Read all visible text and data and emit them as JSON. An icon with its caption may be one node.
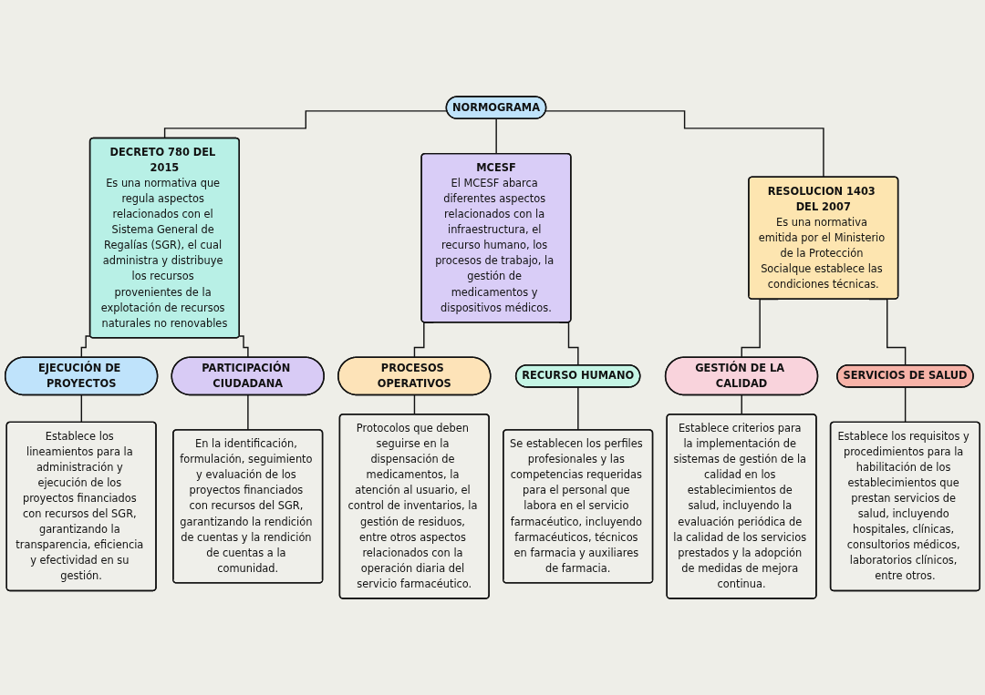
{
  "diagram": {
    "nodes": [
      {
        "text": [
          "NORMOGRAMA"
        ]
      },
      {
        "text": [
          "DECRETO 780 DEL 2015",
          "Es una normativa que regula aspectos relacionados con el Sistema General de Regalías (SGR), el cual administra y distribuye los recursos provenientes de la explotación de recursos naturales no renovables"
        ]
      },
      {
        "text": [
          "MCESF",
          "El MCESF abarca diferentes aspectos relacionados con la infraestructura, el recurso humano, los procesos de trabajo, la gestión de medicamentos y dispositivos médicos."
        ]
      },
      {
        "text": [
          "RESOLUCION 1403 DEL 2007",
          "Es una normativa emitida por el Ministerio de la Protección Socialque establece las condiciones técnicas."
        ]
      },
      {
        "text": [
          "EJECUCIÓN DE PROYECTOS"
        ]
      },
      {
        "text": [
          "Establece los lineamientos para la administración y ejecución de los proyectos financiados con recursos del SGR, garantizando la transparencia, eficiencia y efectividad en su gestión."
        ]
      },
      {
        "text": [
          "PARTICIPACIÓN CIUDADANA"
        ]
      },
      {
        "text": [
          "En la identificación, formulación, seguimiento y evaluación de los proyectos financiados con recursos del SGR, garantizando la rendición de cuentas y la rendición de cuentas a la comunidad."
        ]
      },
      {
        "text": [
          "PROCESOS OPERATIVOS"
        ]
      },
      {
        "text": [
          "Protocolos que deben seguirse en la dispensación de medicamentos, la atención al usuario, el control de inventarios, la gestión de residuos, entre otros aspectos relacionados con la operación diaria del servicio farmacéutico."
        ]
      },
      {
        "text": [
          "RECURSO HUMANO"
        ]
      },
      {
        "text": [
          "Se establecen los perfiles profesionales y las competencias requeridas para el personal que labora en el servicio farmacéutico, incluyendo farmacéuticos, técnicos en farmacia y auxiliares de farmacia."
        ]
      },
      {
        "text": [
          "GESTIÓN DE LA CALIDAD"
        ]
      },
      {
        "text": [
          "Establece criterios para la implementación de sistemas de gestión de la calidad en los establecimientos de salud, incluyendo la evaluación periódica de la calidad de los servicios prestados y la adopción de medidas de mejora continua."
        ]
      },
      {
        "text": [
          "SERVICIOS DE SALUD"
        ]
      },
      {
        "text": [
          "Establece los requisitos y procedimientos para la habilitación de los establecimientos que prestan servicios de salud, incluyendo hospitales, clínicas, consultorios médicos, laboratorios clínicos, entre otros."
        ]
      }
    ],
    "edges": [
      {
        "from": 0,
        "to": 1,
        "arrow": "none"
      },
      {
        "from": 0,
        "to": 2,
        "arrow": "none"
      },
      {
        "from": 0,
        "to": 3,
        "arrow": "none"
      },
      {
        "from": 1,
        "to": 4,
        "arrow": "none"
      },
      {
        "from": 1,
        "to": 6,
        "arrow": "none"
      },
      {
        "from": 2,
        "to": 8,
        "arrow": "none"
      },
      {
        "from": 2,
        "to": 10,
        "arrow": "none"
      },
      {
        "from": 3,
        "to": 12,
        "arrow": "none"
      },
      {
        "from": 3,
        "to": 14,
        "arrow": "none"
      },
      {
        "from": 4,
        "to": 5,
        "arrow": "none"
      },
      {
        "from": 6,
        "to": 7,
        "arrow": "none"
      },
      {
        "from": 8,
        "to": 9,
        "arrow": "none"
      },
      {
        "from": 10,
        "to": 11,
        "arrow": "none"
      },
      {
        "from": 12,
        "to": 13,
        "arrow": "none"
      },
      {
        "from": 14,
        "to": 15,
        "arrow": "none"
      }
    ]
  }
}
